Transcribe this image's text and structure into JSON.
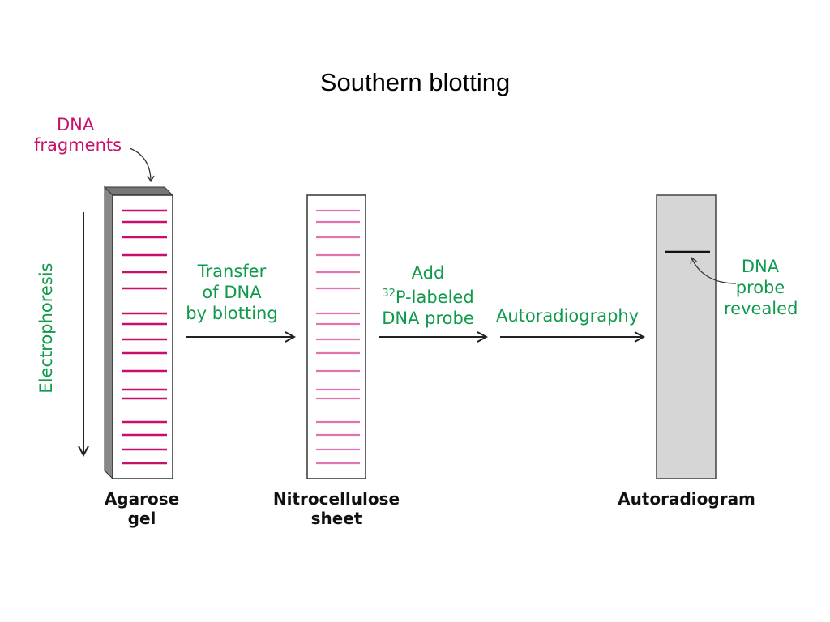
{
  "title": "Southern blotting",
  "labels": {
    "dna_fragments": [
      "DNA",
      "fragments"
    ],
    "electrophoresis": "Electrophoresis",
    "transfer": [
      "Transfer",
      "of DNA",
      "by blotting"
    ],
    "add_probe": [
      "Add",
      "32",
      "P-labeled",
      "DNA probe"
    ],
    "autoradiography": "Autoradiography",
    "probe_revealed": [
      "DNA",
      "probe",
      "revealed"
    ],
    "agarose_gel": [
      "Agarose",
      "gel"
    ],
    "nitrocellulose_sheet": [
      "Nitrocellulose",
      "sheet"
    ],
    "autoradiogram": "Autoradiogram"
  },
  "colors": {
    "green": "#0f9a4c",
    "magenta": "#c8106a",
    "pink": "#e275b0",
    "gray_panel": "#d6d6d6"
  }
}
